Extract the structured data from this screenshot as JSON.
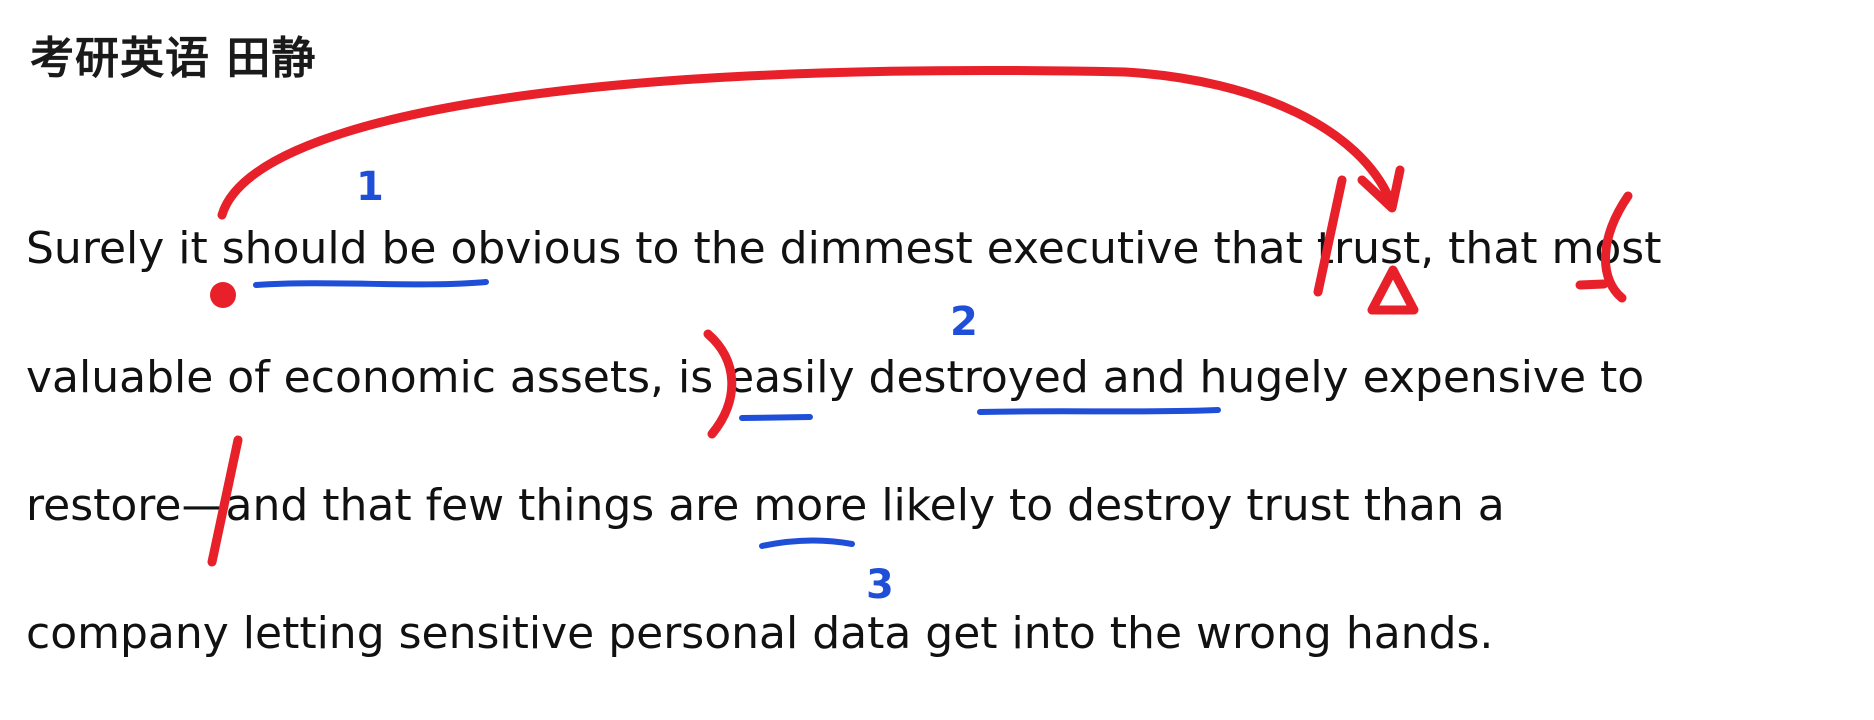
{
  "header": {
    "title": "考研英语 田静"
  },
  "passage": {
    "lines": [
      "Surely it should be obvious to the dimmest executive that trust, that most",
      "valuable of economic assets, is easily destroyed and hugely expensive to",
      "restore—and that few things are more likely to destroy trust than a",
      "company letting sensitive personal data get into the wrong hands."
    ]
  },
  "annotations": {
    "markers": [
      "1",
      "2",
      "3"
    ],
    "colors": {
      "red_ink": "#e8202a",
      "blue_ink": "#1f4fd8"
    }
  }
}
